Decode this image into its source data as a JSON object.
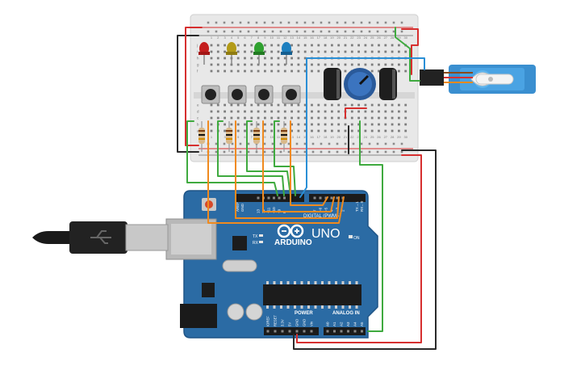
{
  "board": {
    "brand": "ARDUINO",
    "model": "UNO",
    "digital_label": "DIGITAL (PWM~)",
    "power_label": "POWER",
    "analog_label": "ANALOG IN",
    "on_label": "ON",
    "tx_label": "TX",
    "rx_label": "RX",
    "aref_label": "AREF",
    "gnd_label": "GND",
    "txd_label": "TX→1",
    "rxd_label": "RX←0",
    "digital_pins": [
      "13",
      "12",
      "~11",
      "~10",
      "~9",
      "8",
      "7",
      "~6",
      "~5",
      "4",
      "~3",
      "2"
    ],
    "power_pins": [
      "IOREF",
      "RESET",
      "3.3V",
      "5V",
      "GND",
      "GND",
      "Vin"
    ],
    "analog_pins": [
      "A0",
      "A1",
      "A2",
      "A3",
      "A4",
      "A5"
    ]
  },
  "breadboard": {
    "column_numbers": [
      "1",
      "2",
      "3",
      "4",
      "5",
      "6",
      "7",
      "8",
      "9",
      "10",
      "11",
      "12",
      "13",
      "14",
      "15",
      "16",
      "17",
      "18",
      "19",
      "20",
      "21",
      "22",
      "23",
      "24",
      "25",
      "26",
      "27",
      "28",
      "29",
      "30"
    ],
    "row_letters_top": [
      "j",
      "i",
      "h",
      "g",
      "f"
    ],
    "row_letters_bottom": [
      "e",
      "d",
      "c",
      "b",
      "a"
    ]
  },
  "colors": {
    "pcb": "#2b6ba4",
    "breadboard": "#e6e6e6",
    "wire_red": "#d62f2f",
    "wire_black": "#2a2a2a",
    "wire_green": "#3faa3f",
    "wire_orange": "#f08a1e",
    "wire_blue": "#2a8fd6",
    "led_red": "#c41e1e",
    "led_yellow": "#b39b18",
    "led_green": "#2fa12f",
    "led_blue": "#1c7fbf",
    "servo": "#3a8fd0"
  }
}
